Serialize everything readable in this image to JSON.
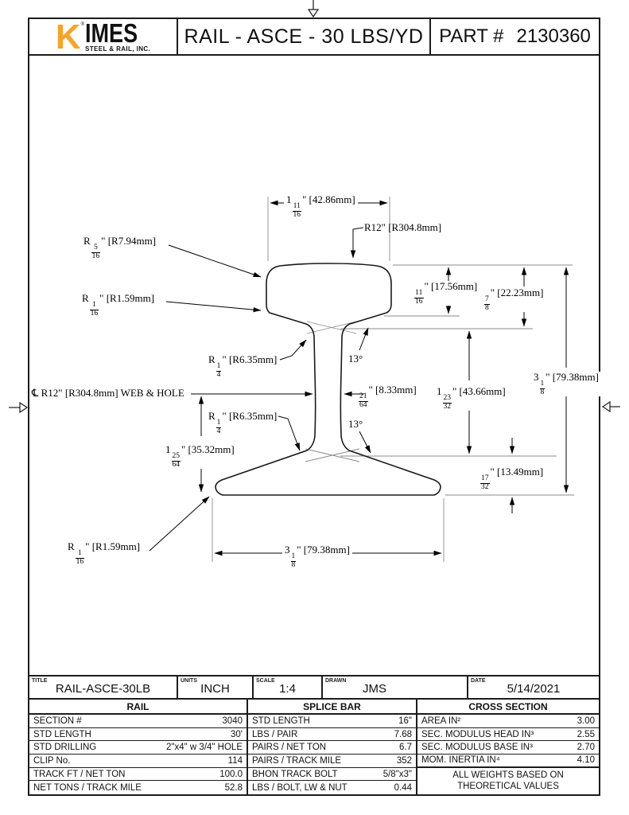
{
  "header": {
    "logo": {
      "k": "K",
      "registered": "®",
      "rest": "IMES",
      "tagline": "STEEL & RAIL, INC.",
      "orange": "#F2A42C"
    },
    "title": "RAIL - ASCE - 30 LBS/YD",
    "part_label": "PART #",
    "part_number": "2130360"
  },
  "drawing": {
    "labels": {
      "head_width": {
        "pre": "1",
        "num": "11",
        "den": "16",
        "post": "\" [42.86mm]"
      },
      "r12_head": {
        "text": "R12\" [R304.8mm]"
      },
      "r_5_16": {
        "pre": "R",
        "num": "5",
        "den": "16",
        "post": "\" [R7.94mm]"
      },
      "r_1_16_upper": {
        "pre": "R",
        "num": "1",
        "den": "16",
        "post": "\" [R1.59mm]"
      },
      "head_depth": {
        "pre": "",
        "num": "11",
        "den": "16",
        "post": "\" [17.56mm]"
      },
      "head_fish": {
        "pre": "",
        "num": "7",
        "den": "8",
        "post": "\" [22.23mm]"
      },
      "total_height": {
        "pre": "3",
        "num": "1",
        "den": "8",
        "post": "\" [79.38mm]"
      },
      "angle_upper": {
        "text": "13°"
      },
      "web_width": {
        "pre": "",
        "num": "21",
        "den": "64",
        "post": "\" [8.33mm]"
      },
      "web_hole": {
        "cl": "℄",
        "text": " R12\" [R304.8mm] WEB & HOLE"
      },
      "web_depth": {
        "pre": "1",
        "num": "23",
        "den": "32",
        "post": "\" [43.66mm]"
      },
      "angle_lower": {
        "text": "13°"
      },
      "r_1_4_upper": {
        "pre": "R",
        "num": "1",
        "den": "4",
        "post": "\" [R6.35mm]"
      },
      "r_1_4_lower": {
        "pre": "R",
        "num": "1",
        "den": "4",
        "post": "\" [R6.35mm]"
      },
      "hole_height": {
        "pre": "1",
        "num": "25",
        "den": "64",
        "post": "\" [35.32mm]"
      },
      "base_depth": {
        "pre": "",
        "num": "17",
        "den": "32",
        "post": "\" [13.49mm]"
      },
      "r_1_16_lower": {
        "pre": "R",
        "num": "1",
        "den": "16",
        "post": "\" [R1.59mm]"
      },
      "base_width": {
        "pre": "3",
        "num": "1",
        "den": "8",
        "post": "\" [79.38mm]"
      }
    }
  },
  "titleblock": {
    "title_label": "TITLE",
    "title": "RAIL-ASCE-30LB",
    "units_label": "UNITS",
    "units": "INCH",
    "scale_label": "SCALE",
    "scale": "1:4",
    "drawn_label": "DRAWN",
    "drawn": "JMS",
    "date_label": "DATE",
    "date": "5/14/2021"
  },
  "tables": {
    "rail": {
      "header": "RAIL",
      "rows": [
        {
          "label": "SECTION #",
          "value": "3040"
        },
        {
          "label": "STD LENGTH",
          "value": "30'"
        },
        {
          "label": "STD DRILLING",
          "value": "2\"x4\" w 3/4\" HOLE"
        },
        {
          "label": "CLIP No.",
          "value": "114"
        },
        {
          "label": "TRACK FT / NET TON",
          "value": "100.0"
        },
        {
          "label": "NET TONS / TRACK MILE",
          "value": "52.8"
        }
      ]
    },
    "splice": {
      "header": "SPLICE BAR",
      "rows": [
        {
          "label": "STD LENGTH",
          "value": "16\""
        },
        {
          "label": "LBS / PAIR",
          "value": "7.68"
        },
        {
          "label": "PAIRS / NET TON",
          "value": "6.7"
        },
        {
          "label": "PAIRS / TRACK MILE",
          "value": "352"
        },
        {
          "label": "BHON TRACK BOLT",
          "value": "5/8\"x3\""
        },
        {
          "label": "LBS / BOLT, LW & NUT",
          "value": "0.44"
        }
      ]
    },
    "cross": {
      "header": "CROSS SECTION",
      "rows": [
        {
          "label": "AREA  IN²",
          "value": "3.00"
        },
        {
          "label": "SEC. MODULUS HEAD  IN³",
          "value": "2.55"
        },
        {
          "label": "SEC. MODULUS BASE  IN³",
          "value": "2.70"
        },
        {
          "label": "MOM. INERTIA  IN⁴",
          "value": "4.10"
        }
      ],
      "note_line1": "ALL WEIGHTS BASED ON",
      "note_line2": "THEORETICAL VALUES"
    }
  }
}
